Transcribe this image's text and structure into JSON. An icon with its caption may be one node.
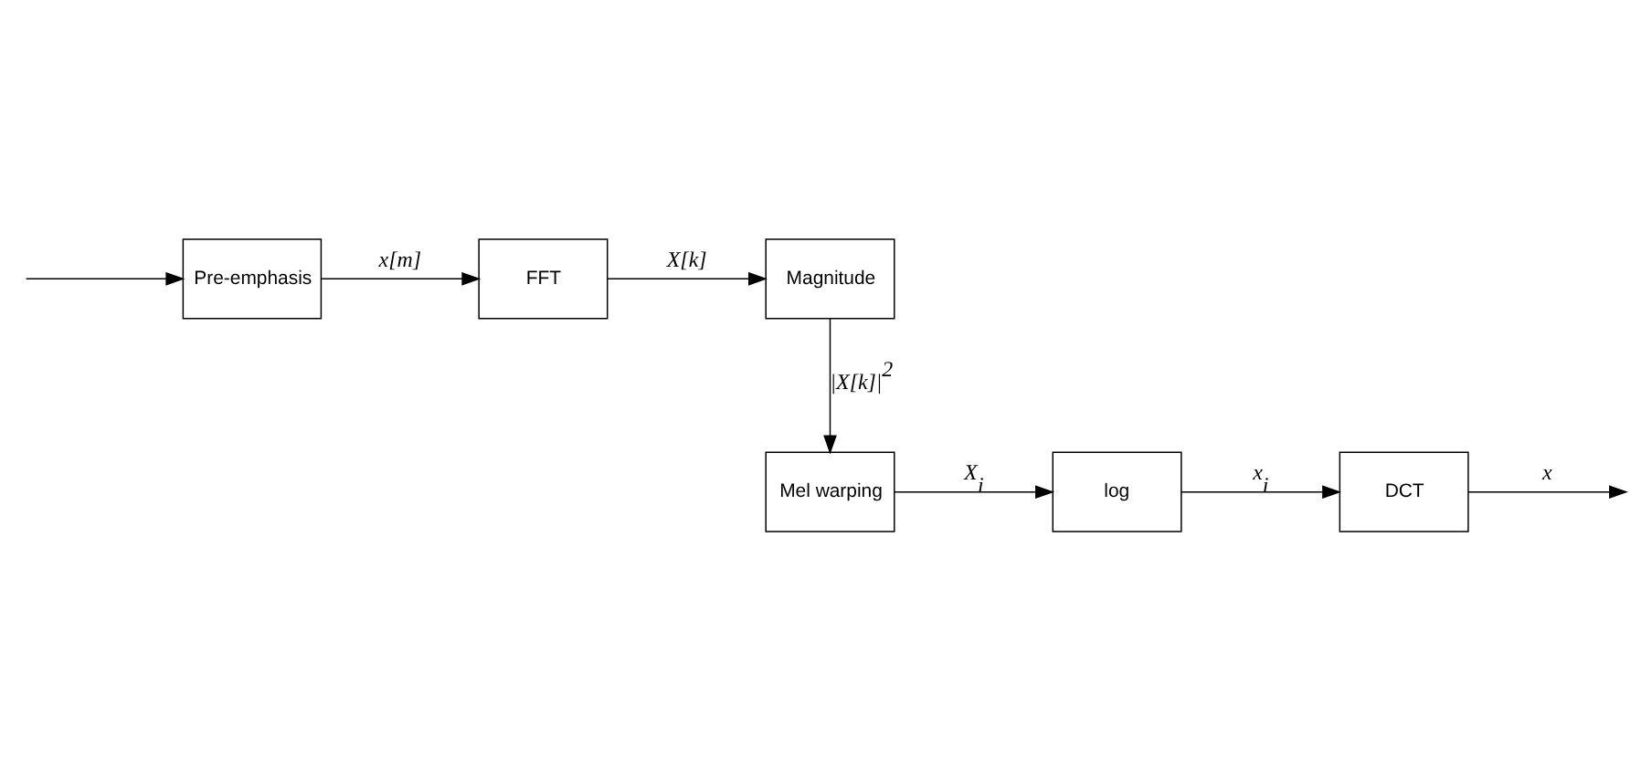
{
  "diagram": {
    "nodes": [
      {
        "text": [
          "Pre-emphasis"
        ]
      },
      {
        "text": [
          "FFT"
        ]
      },
      {
        "text": [
          "Magnitude"
        ]
      },
      {
        "text": [
          "Mel warping"
        ]
      },
      {
        "text": [
          "log"
        ]
      },
      {
        "text": [
          "DCT"
        ]
      }
    ],
    "edges": [
      {
        "from": null,
        "to": 0,
        "arrow": "to"
      },
      {
        "from": 0,
        "to": 1,
        "arrow": "to",
        "label": "x[m]"
      },
      {
        "from": 1,
        "to": 2,
        "arrow": "to",
        "label": "X[k]"
      },
      {
        "from": 2,
        "to": 3,
        "arrow": "to",
        "label": "|X[k]|$^{2}$"
      },
      {
        "from": 3,
        "to": 4,
        "arrow": "to",
        "label": "X$_{i}$"
      },
      {
        "from": 4,
        "to": 5,
        "arrow": "to",
        "label": "x$_{i}$"
      },
      {
        "from": 5,
        "to": null,
        "arrow": "to",
        "label": "x"
      }
    ]
  }
}
